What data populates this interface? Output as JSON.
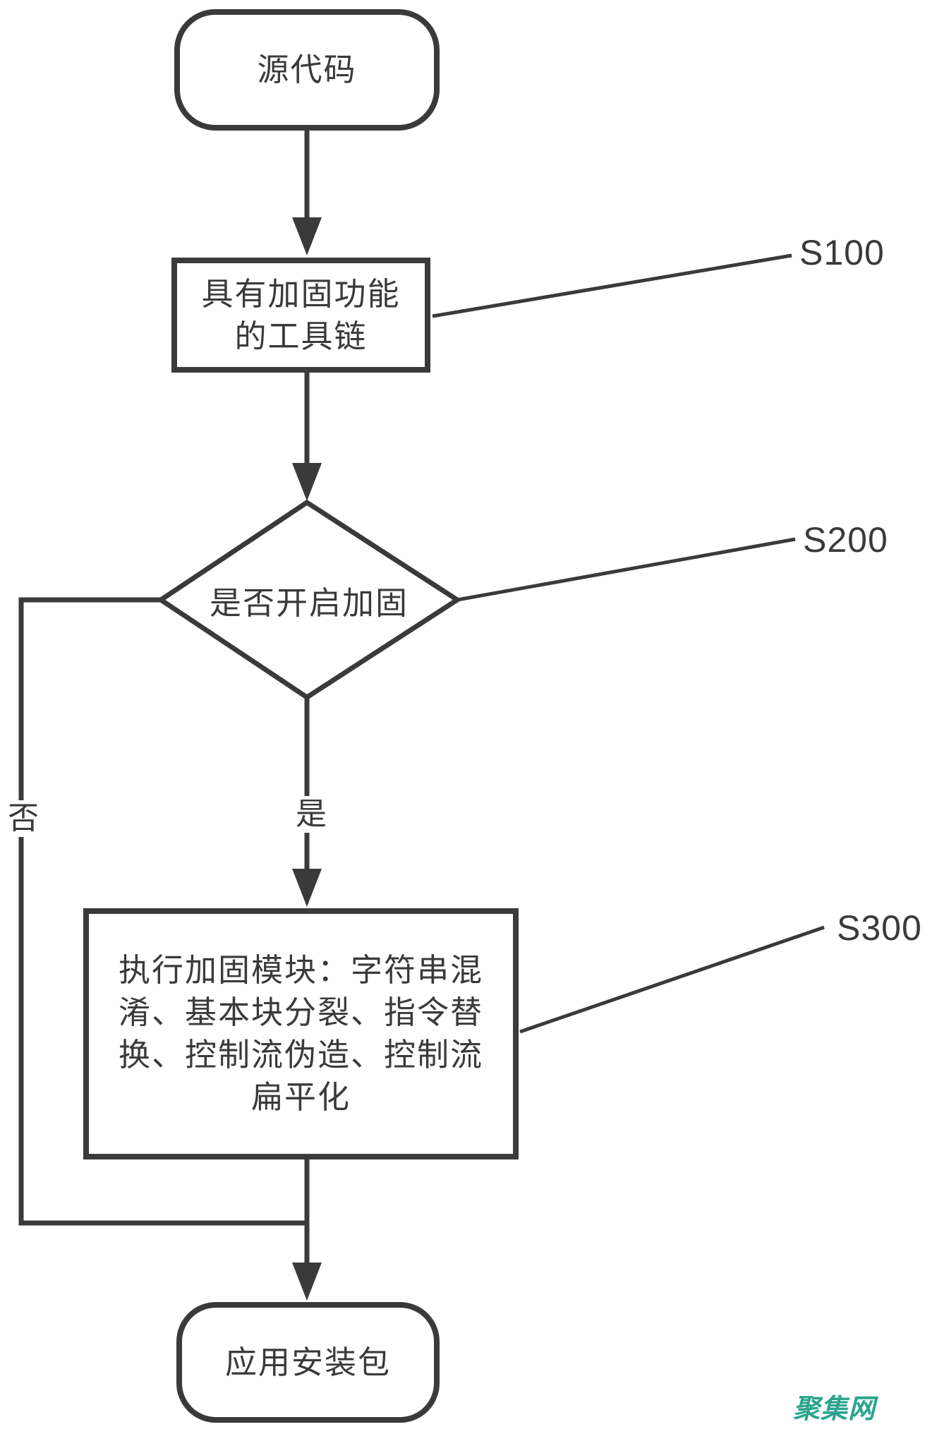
{
  "flowchart": {
    "nodes": {
      "source": {
        "type": "terminal",
        "label": "源代码"
      },
      "toolchain": {
        "type": "process",
        "lines": [
          "具有加固功能",
          "的工具链"
        ],
        "step": "S100"
      },
      "decision": {
        "type": "decision",
        "label": "是否开启加固",
        "step": "S200"
      },
      "module": {
        "type": "process",
        "lines": [
          "执行加固模块：字符串混",
          "淆、基本块分裂、指令替",
          "换、控制流伪造、控制流",
          "扁平化"
        ],
        "full_text": "执行加固模块：字符串混淆、基本块分裂、指令替换、控制流伪造、控制流扁平化",
        "step": "S300"
      },
      "output": {
        "type": "terminal",
        "label": "应用安装包"
      }
    },
    "edges": {
      "yes_label": "是",
      "no_label": "否"
    }
  },
  "watermark": {
    "text": "聚集网",
    "color": "#2BA48F"
  },
  "colors": {
    "line": "#3A3A3A",
    "background": "#FFFFFF"
  }
}
